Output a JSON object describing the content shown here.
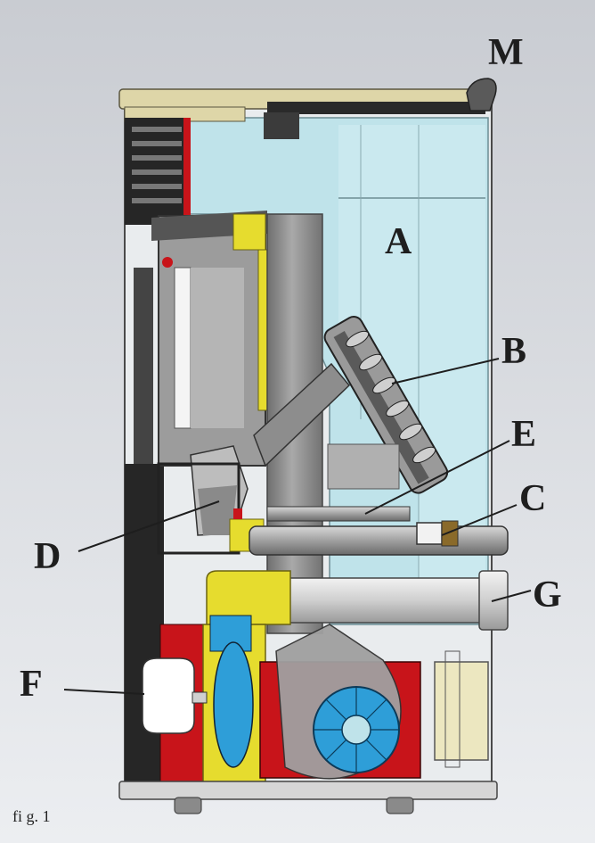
{
  "figure": {
    "caption": "fi g. 1",
    "callouts": [
      {
        "id": "M",
        "text": "M"
      },
      {
        "id": "A",
        "text": "A"
      },
      {
        "id": "B",
        "text": "B"
      },
      {
        "id": "E",
        "text": "E"
      },
      {
        "id": "C",
        "text": "C"
      },
      {
        "id": "D",
        "text": "D"
      },
      {
        "id": "G",
        "text": "G"
      },
      {
        "id": "F",
        "text": "F"
      }
    ]
  },
  "colors": {
    "background_top": "#c9ccd2",
    "background_bottom": "#eceef1",
    "hopper_blue": "#bfe3ea",
    "frame_dark": "#262626",
    "steel_gray": "#8d8d8d",
    "burner_yellow": "#e6dc2e",
    "heater_red": "#c8141a",
    "fan_blue": "#2e9ed8",
    "top_beige": "#ded6a8"
  }
}
